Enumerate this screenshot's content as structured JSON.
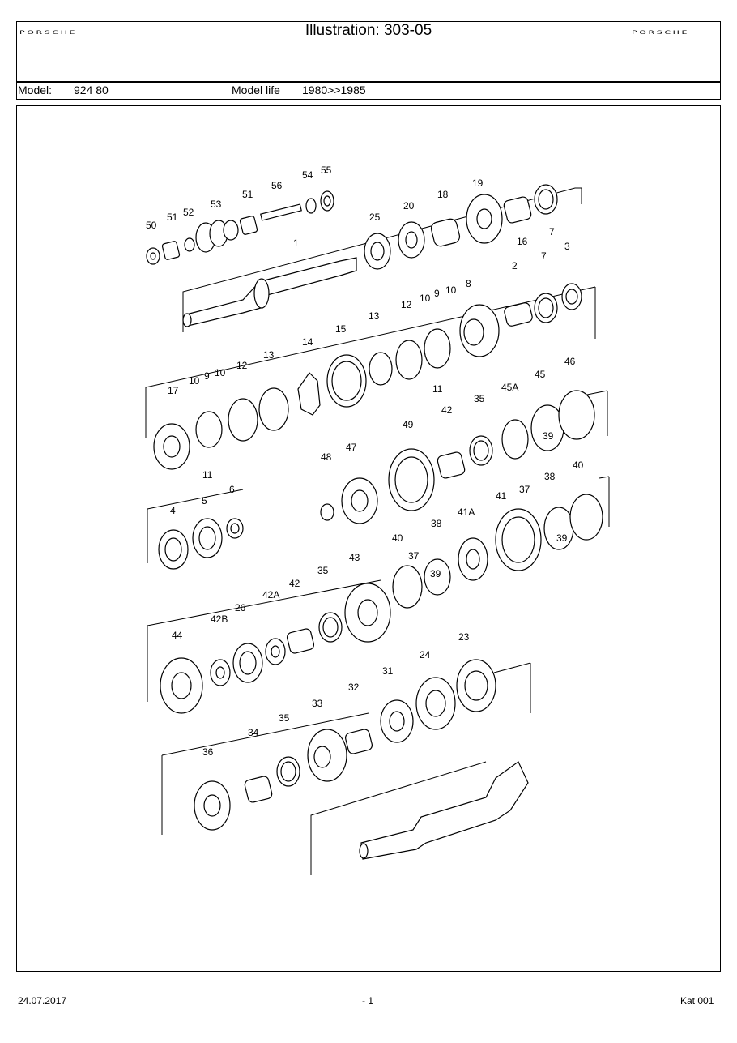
{
  "header": {
    "brand_left": "PORSCHE",
    "brand_right": "PORSCHE",
    "title": "Illustration: 303-05"
  },
  "meta": {
    "model_label": "Model:",
    "model_value": "924 80",
    "life_label": "Model life",
    "life_value": "1980>>1985"
  },
  "footer": {
    "date": "24.07.2017",
    "page": "- 1",
    "catalog": "Kat 001"
  },
  "callouts": [
    "50",
    "51",
    "52",
    "53",
    "51",
    "56",
    "54",
    "55",
    "25",
    "20",
    "18",
    "19",
    "16",
    "7",
    "1",
    "2",
    "7",
    "3",
    "13",
    "12",
    "10",
    "9",
    "10",
    "8",
    "11",
    "14",
    "15",
    "17",
    "10",
    "9",
    "10",
    "12",
    "13",
    "11",
    "46",
    "45",
    "45A",
    "35",
    "42",
    "49",
    "39",
    "47",
    "48",
    "4",
    "5",
    "6",
    "40",
    "38",
    "37",
    "41",
    "41A",
    "38",
    "37",
    "39",
    "40",
    "39",
    "43",
    "35",
    "42",
    "42A",
    "26",
    "42B",
    "44",
    "24",
    "23",
    "31",
    "32",
    "33",
    "35",
    "34",
    "36"
  ]
}
